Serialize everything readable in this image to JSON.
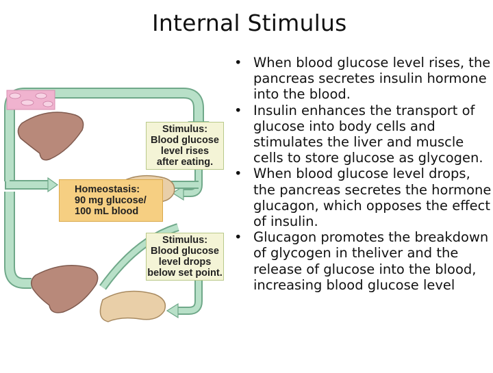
{
  "title": "Internal Stimulus",
  "bullets": [
    "When blood glucose level rises, the pancreas secretes insulin hormone into the blood.",
    "Insulin enhances the transport of glucose into body cells and stimulates the liver and muscle cells to store glucose as glycogen.",
    "When blood glucose level drops, the pancreas secretes the hormone glucagon, which opposes the effect of insulin.",
    "Glucagon promotes the breakdown of glycogen in theliver and the release of glucose into the blood, increasing blood glucose level"
  ],
  "diagram": {
    "stimulus_rise": [
      "Stimulus:",
      "Blood glucose",
      "level rises",
      "after eating."
    ],
    "homeostasis": [
      "Homeostasis:",
      "90 mg glucose/",
      "100 mL blood"
    ],
    "stimulus_drop": [
      "Stimulus:",
      "Blood glucose",
      "level drops",
      "below set point."
    ]
  },
  "colors": {
    "arrow": "#b8e0c8",
    "arrow_edge": "#6fa889",
    "box_fill": "#f4f4d6",
    "homeostasis_fill": "#f6cf82",
    "liver": "#b8897a",
    "pancreas": "#e9cfa8",
    "tissue": "#f0b3cf"
  }
}
